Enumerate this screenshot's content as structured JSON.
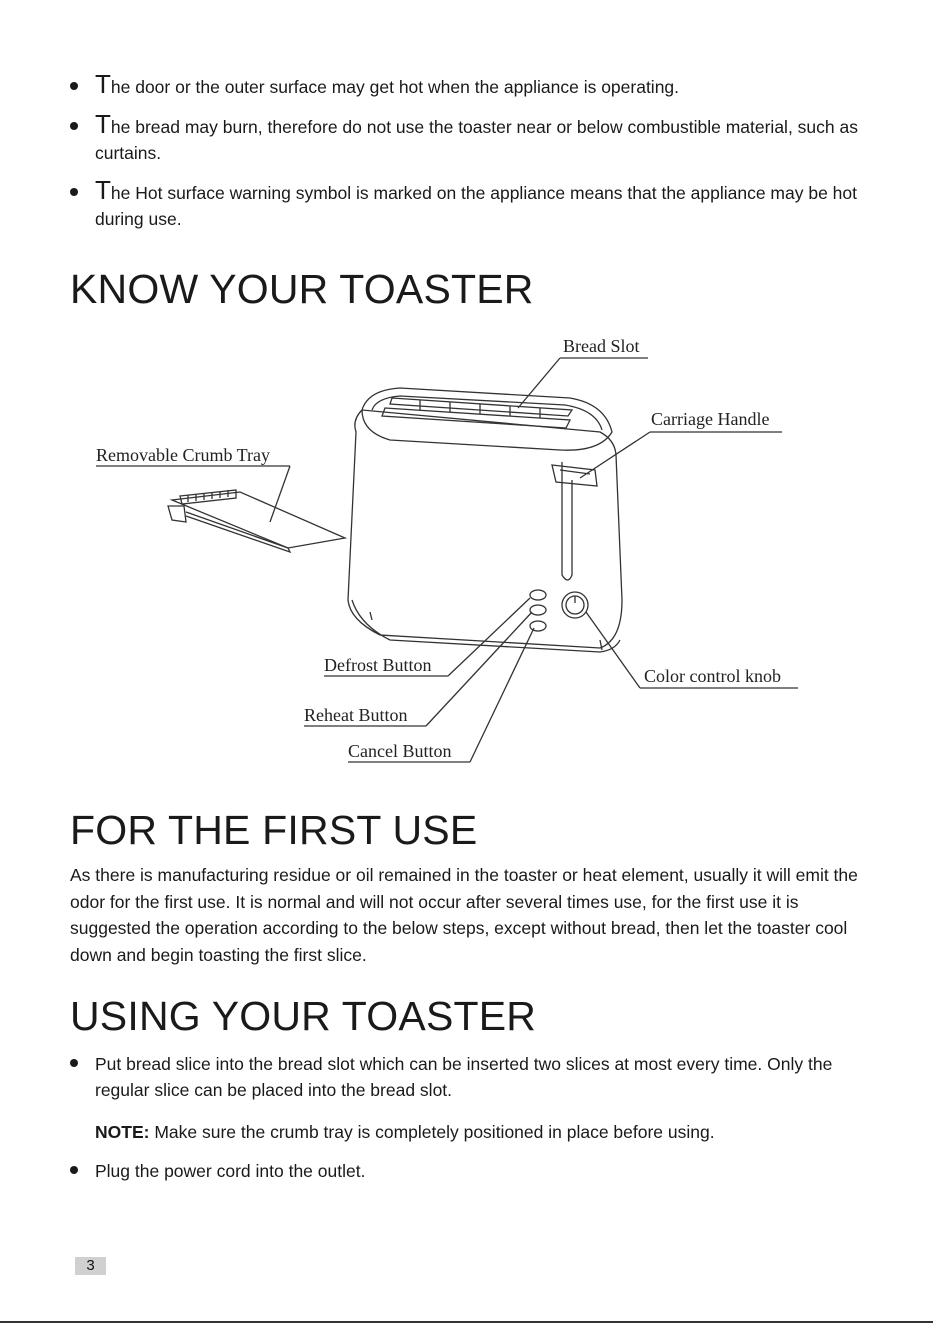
{
  "warnings": [
    {
      "cap": "T",
      "text": "he door or the outer surface may get hot when the appliance is operating."
    },
    {
      "cap": "T",
      "text": "he bread may burn, therefore do not use the toaster near or below combustible material, such as curtains."
    },
    {
      "cap": "T",
      "text": "he Hot surface warning symbol is marked on the appliance means that the appliance may be hot during use."
    }
  ],
  "know_heading": "KNOW YOUR TOASTER",
  "diagram_labels": {
    "bread_slot": "Bread Slot",
    "carriage_handle": "Carriage Handle",
    "crumb_tray": "Removable Crumb Tray",
    "defrost": "Defrost Button",
    "reheat": "Reheat Button",
    "cancel": "Cancel Button",
    "knob": "Color control knob"
  },
  "first_use_heading": "FOR THE FIRST USE",
  "first_use_text": "As there is manufacturing residue or oil remained in the toaster or heat element, usually it will emit the odor for the first use. It is normal and will not occur after several times use, for the first use it is suggested the operation according to the below steps, except without bread, then let the toaster cool down and begin toasting the first slice.",
  "using_heading": "USING YOUR TOASTER",
  "using_steps": [
    "Put bread slice into the bread slot which can be inserted two slices at most every time. Only the regular slice can be placed into the bread slot.",
    "Plug the power cord into the outlet."
  ],
  "note_label": "NOTE:",
  "note_text": " Make sure the crumb tray is completely positioned in place before using.",
  "page_number": "3"
}
